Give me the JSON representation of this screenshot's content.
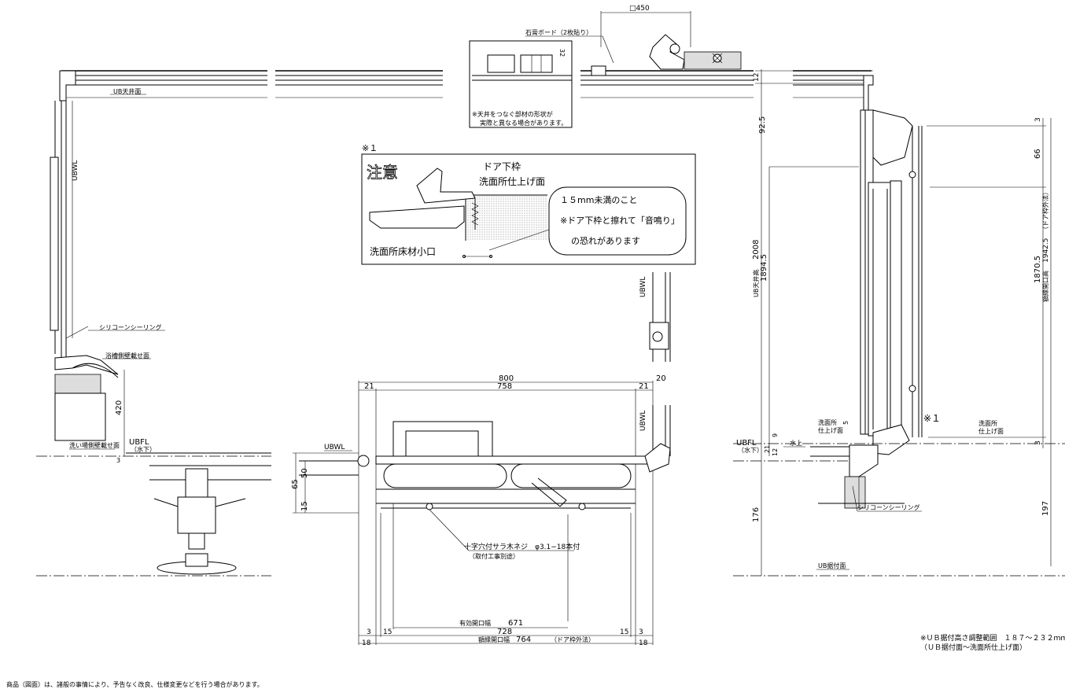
{
  "top_detail": {
    "dim_450": "□450",
    "gypsum_board": "石膏ボード（2枚貼り）",
    "dim_32": "32",
    "note_line1": "※天井をつなぐ部材の形状が",
    "note_line2": "実際と異なる場合があります。"
  },
  "left_section": {
    "ub_ceiling": "UB天井面",
    "ubwl": "UBWL",
    "silicone": "シリコーンシーリング",
    "bathtub_wall": "浴槽側壁載せ面",
    "dim_420": "420",
    "ubfl": "UBFL",
    "water_down": "（水下）",
    "wash_wall": "洗い場側壁載せ面",
    "dim_3": "3"
  },
  "caution_box": {
    "ref": "※１",
    "title": "注意",
    "door_frame": "ドア下枠",
    "finish_surface": "洗面所仕上げ面",
    "floor_edge": "洗面所床材小口",
    "note1": "１５mm未満のこと",
    "note2": "※ドア下枠と擦れて「音鳴り」",
    "note3": "の恐れがあります"
  },
  "plan_view": {
    "ubwl_top": "UBWL",
    "ubwl_mid": "UBWL",
    "ubwl_left": "UBWL",
    "dim_800": "800",
    "dim_20": "20",
    "dim_21a": "21",
    "dim_758": "758",
    "dim_21b": "21",
    "dim_65": "65",
    "dim_50": "50",
    "dim_15": "15",
    "screw": "十字穴付サラ木ネジ　φ3.1−18本付",
    "screw_sub": "（取付工事別途）",
    "effective_width_label": "有効開口幅",
    "effective_width": "671",
    "dim_728": "728",
    "dim_3a": "3",
    "dim_15a": "15",
    "dim_15b": "15",
    "dim_3b": "3",
    "dim_18a": "18",
    "dim_18b": "18",
    "frame_width_label": "額縁開口幅",
    "frame_width": "764",
    "frame_outer": "（ドア枠外法）"
  },
  "right_section": {
    "dim_12": "12",
    "dim_92_5": "92.5",
    "dim_2008": "2008",
    "dim_1894_5": "1894.5",
    "ub_ceiling_height": "UB天井高",
    "dim_3_top": "3",
    "dim_66": "66",
    "dim_1870_5": "1870.5",
    "frame_height": "額縁開口高",
    "dim_1942_5": "1942.5",
    "door_outer": "（ドア枠外法）",
    "ref1": "※１",
    "washroom_finish_a": "洗面所",
    "washroom_finish_b": "仕上げ面",
    "washroom_finish_c": "洗面所",
    "washroom_finish_d": "仕上げ面",
    "dim_5": "5",
    "dim_9": "9",
    "ubfl": "UBFL",
    "water_down": "（水下）",
    "water_up": "水上",
    "dim_21": "21",
    "dim_12b": "12",
    "dim_3_bottom": "3",
    "silicone": "シリコーンシーリング",
    "dim_176": "176",
    "dim_197": "197",
    "ub_install": "UB据付面",
    "range_line1": "※ＵＢ据付高さ調整範囲　１８７〜２３２ｍｍ",
    "range_line2": "（ＵＢ据付面〜洗面所仕上げ面）"
  },
  "footer": {
    "disclaimer": "商品（図面）は、諸般の事情により、予告なく改良、仕様変更などを行う場合があります。"
  }
}
